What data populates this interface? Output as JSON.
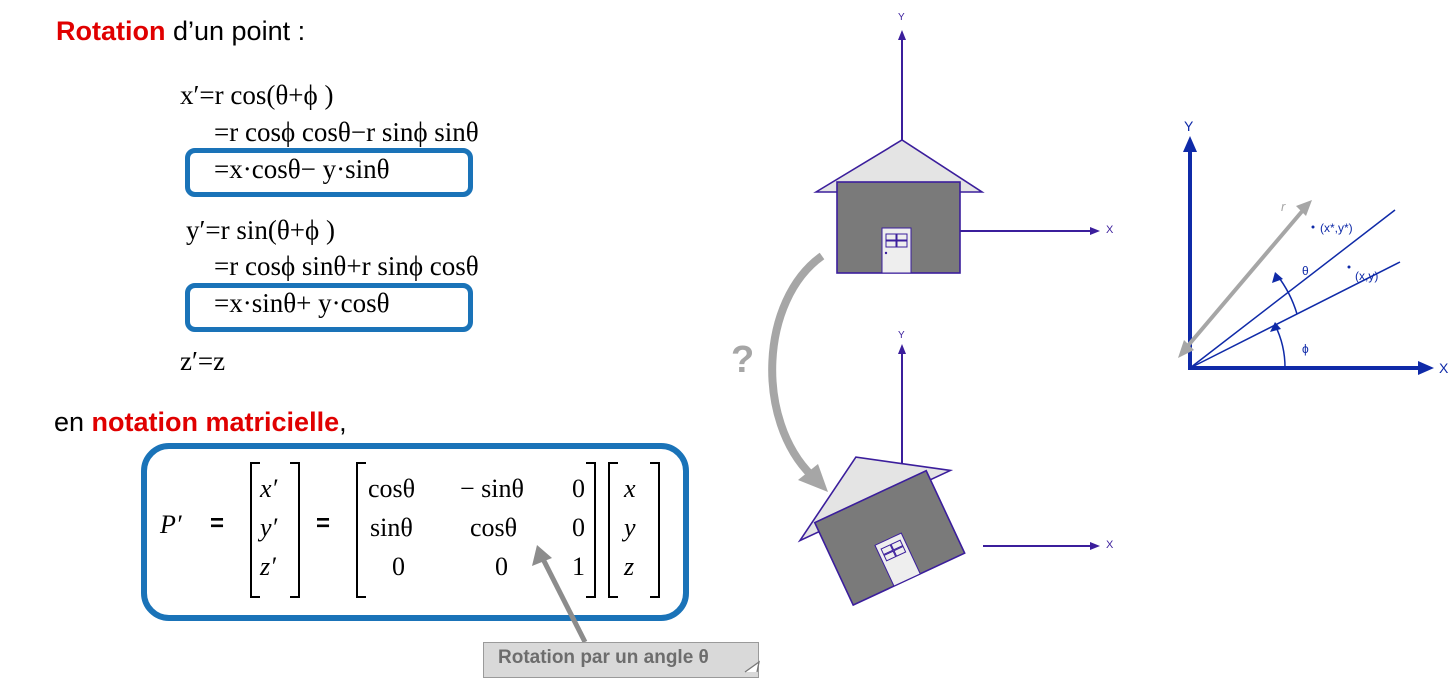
{
  "heading": {
    "emph": "Rotation",
    "rest": " d’un point :"
  },
  "equations_x": {
    "line1": "x′=r cos(θ+ϕ )",
    "line2": "=r cosϕ cosθ−r sinϕ sinθ",
    "line3": "=x·cosθ− y·sinθ"
  },
  "equations_y": {
    "line1": "y′=r sin(θ+ϕ )",
    "line2": "=r cosϕ sinθ+r sinϕ cosθ",
    "line3": "=x·sinθ+ y·cosθ"
  },
  "equation_z": "z′=z",
  "matrix_heading": {
    "prefix": "en ",
    "emph": "notation matricielle",
    "suffix": ","
  },
  "matrix": {
    "lhs": "P′",
    "equals1": "=",
    "equals2": "=",
    "vec_left": [
      "x′",
      "y′",
      "z′"
    ],
    "rot": [
      [
        "cosθ",
        "− sinθ",
        "0"
      ],
      [
        "sinθ",
        "cosθ",
        "0"
      ],
      [
        "0",
        "0",
        "1"
      ]
    ],
    "vec_right": [
      "x",
      "y",
      "z"
    ]
  },
  "callout": "Rotation par un angle θ",
  "question_mark": "?",
  "house_axes": {
    "x": "X",
    "y": "Y"
  },
  "rotation_diagram": {
    "x_axis": "X",
    "y_axis": "Y",
    "r_label": "r",
    "point_rotated": "(x*,y*)",
    "point_original": "(x,y)",
    "theta": "θ",
    "phi": "ϕ"
  },
  "colors": {
    "accent_red": "#e00000",
    "box_blue": "#1a73b8",
    "axis_purple": "#3b1e9c",
    "axis_blue": "#0f2aa8",
    "house_body": "#7a7a7a",
    "roof_fill": "#e4e4e4"
  }
}
